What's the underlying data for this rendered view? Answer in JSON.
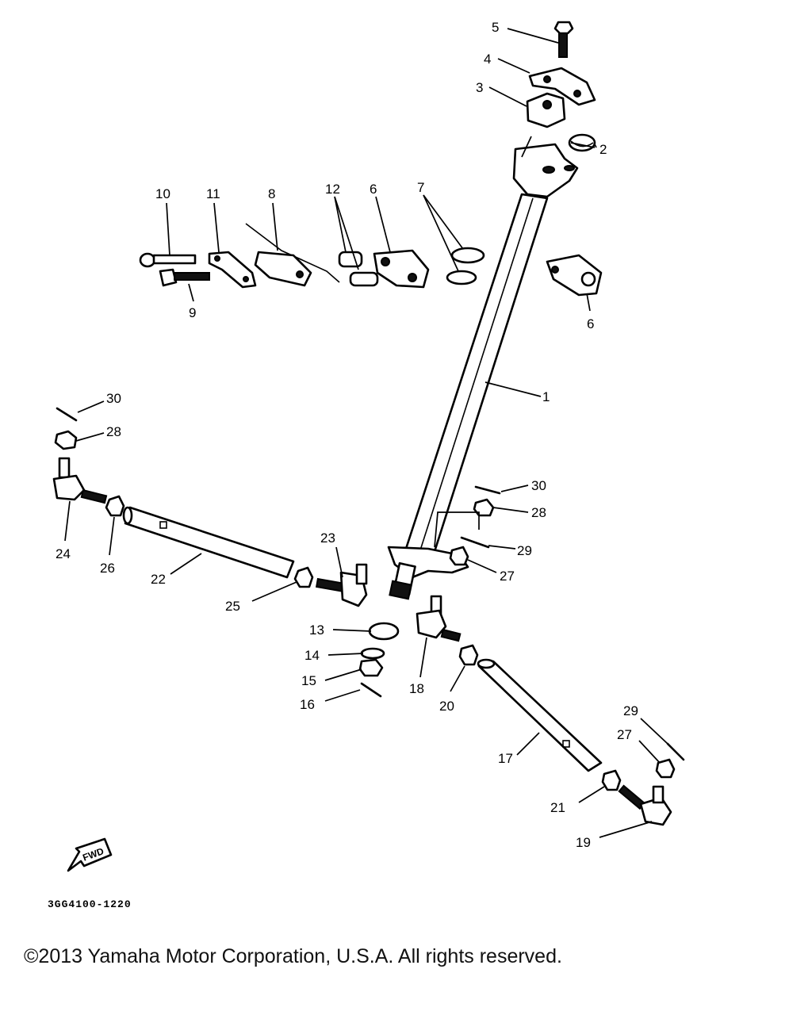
{
  "diagram_code": "3GG4100-1220",
  "fwd_label": "FWD",
  "copyright": "©2013 Yamaha Motor Corporation, U.S.A. All rights reserved.",
  "callouts": {
    "p1": "1",
    "p2": "2",
    "p3": "3",
    "p4": "4",
    "p5": "5",
    "p6a": "6",
    "p6b": "6",
    "p7": "7",
    "p8": "8",
    "p9": "9",
    "p10": "10",
    "p11": "11",
    "p12": "12",
    "p13": "13",
    "p14": "14",
    "p15": "15",
    "p16": "16",
    "p17": "17",
    "p18": "18",
    "p19": "19",
    "p20": "20",
    "p21": "21",
    "p22": "22",
    "p23": "23",
    "p24": "24",
    "p25": "25",
    "p26": "26",
    "p27a": "27",
    "p27b": "27",
    "p28a": "28",
    "p28b": "28",
    "p29a": "29",
    "p29b": "29",
    "p30a": "30",
    "p30b": "30"
  }
}
